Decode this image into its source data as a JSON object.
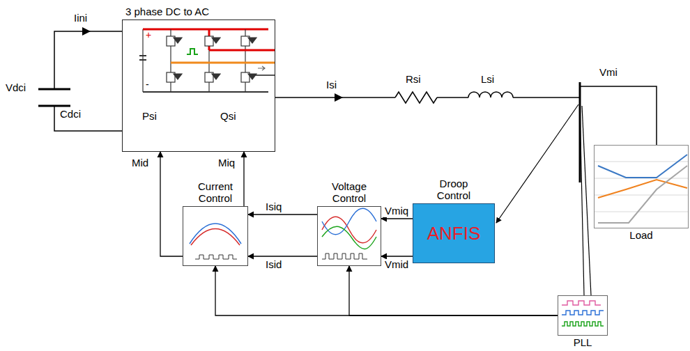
{
  "diagram": {
    "nodes": [
      {
        "text": [
          "3 phase DC to AC",
          "Psi",
          "Qsi"
        ]
      },
      {
        "text": [
          "Current Control"
        ]
      },
      {
        "text": [
          "Voltage Control"
        ]
      },
      {
        "text": [
          "Droop Control",
          "ANFIS"
        ]
      },
      {
        "text": [
          "Load"
        ]
      },
      {
        "text": [
          "PLL"
        ]
      }
    ],
    "edges": [
      {
        "from": 1,
        "to": 0,
        "label": "Mid",
        "arrow": "to"
      },
      {
        "from": 1,
        "to": 0,
        "label": "Miq",
        "arrow": "to"
      },
      {
        "from": 2,
        "to": 1,
        "label": "Isiq",
        "arrow": "to"
      },
      {
        "from": 2,
        "to": 1,
        "label": "Isid",
        "arrow": "to"
      },
      {
        "from": 3,
        "to": 2,
        "label": "Vmiq",
        "arrow": "to"
      },
      {
        "from": 3,
        "to": 2,
        "label": "Vmid",
        "arrow": "to"
      },
      {
        "from": 5,
        "to": 1,
        "arrow": "to"
      },
      {
        "from": 5,
        "to": 2,
        "arrow": "to"
      }
    ],
    "labels": [
      "+",
      "-",
      "Iini",
      "Vdci",
      "Cdci",
      "Isi",
      "Rsi",
      "Lsi",
      "Vmi"
    ]
  }
}
